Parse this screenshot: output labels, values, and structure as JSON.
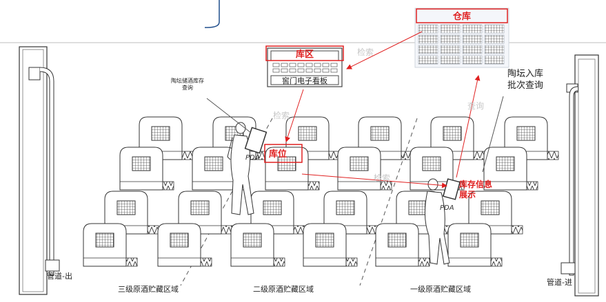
{
  "labels": {
    "warehouse": "仓库",
    "zone": "库区",
    "slot": "库位",
    "cellar_board": "窖门电子看板",
    "jar_query": "陶坛储酒库存\n查询",
    "batch_query": "陶坛入库\n批次查询",
    "stock_info": "库存信息\n展示",
    "pda_left": "PDA",
    "pda_right": "PDA",
    "search_1": "检索",
    "search_2": "检索",
    "search_3": "检索",
    "query": "查询",
    "pipe_out": "管道-出",
    "pipe_in": "管道-进",
    "zone_3": "三级原酒贮藏区域",
    "zone_2": "二级原酒贮藏区域",
    "zone_1": "一级原酒贮藏区域"
  },
  "colors": {
    "accent_red": "#e02020",
    "line_gray": "#555555",
    "faint_text": "#c8c8c8",
    "pipe_blue": "#1f4e8c"
  }
}
